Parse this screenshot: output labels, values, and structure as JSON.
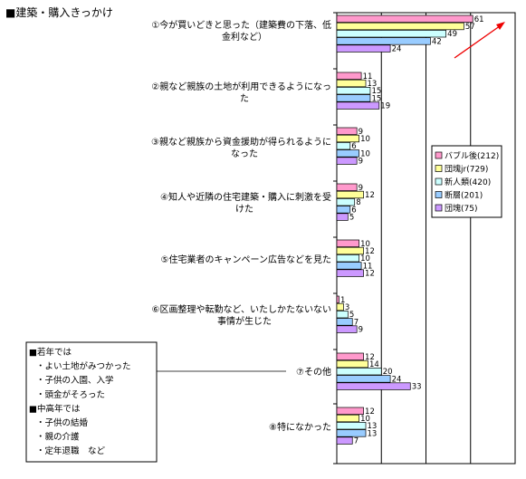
{
  "chart_data": {
    "type": "bar",
    "orientation": "horizontal",
    "title": "■建築・購入きっかけ",
    "categories": [
      "①今が買いどきと思った（建築費の下落、低金利など）",
      "②親など親族の土地が利用できるようになった",
      "③親など親族から資金援助が得られるようになった",
      "④知人や近隣の住宅建築・購入に刺激を受けた",
      "⑤住宅業者のキャンペーン広告などを見た",
      "⑥区画整理や転勤など、いたしかたないない事情が生じた",
      "⑦その他",
      "⑧特になかった"
    ],
    "series": [
      {
        "name": "バブル後(212)",
        "color": "#ff99cc",
        "values": [
          61,
          11,
          9,
          9,
          10,
          1,
          12,
          12
        ]
      },
      {
        "name": "団塊jr(729)",
        "color": "#ffff99",
        "values": [
          57,
          13,
          10,
          12,
          12,
          3,
          14,
          10
        ]
      },
      {
        "name": "新人類(420)",
        "color": "#ccffff",
        "values": [
          49,
          15,
          6,
          8,
          10,
          5,
          20,
          13
        ]
      },
      {
        "name": "断層(201)",
        "color": "#99ccff",
        "values": [
          42,
          15,
          10,
          6,
          11,
          7,
          24,
          13
        ]
      },
      {
        "name": "団塊(75)",
        "color": "#cc99ff",
        "values": [
          24,
          19,
          9,
          5,
          12,
          9,
          33,
          7
        ]
      }
    ],
    "xlim": [
      0,
      80
    ],
    "grid": true,
    "legend_position": "right",
    "annotation_box": {
      "young_header": "■若年では",
      "young_items": [
        "・よい土地がみつかった",
        "・子供の入園、入学",
        "・頭金がそろった"
      ],
      "middle_header": "■中高年では",
      "middle_items": [
        "・子供の結婚",
        "・親の介護",
        "・定年退職　など"
      ]
    }
  }
}
